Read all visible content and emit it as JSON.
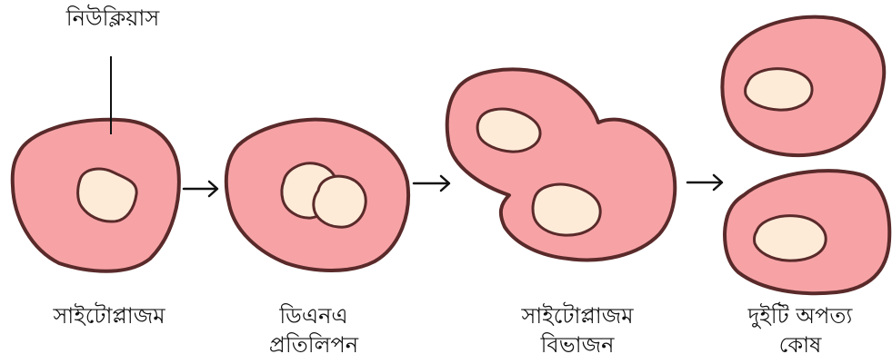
{
  "callout": {
    "label": "নিউক্লিয়াস"
  },
  "stages": [
    {
      "label_lines": [
        "সাইটোপ্লাজম"
      ]
    },
    {
      "label_lines": [
        "ডিএনএ",
        "প্রতিলিপন"
      ]
    },
    {
      "label_lines": [
        "সাইটোপ্লাজম",
        "বিভাজন"
      ]
    },
    {
      "label_lines": [
        "দুইটি অপত্য",
        "কোষ"
      ]
    }
  ],
  "colors": {
    "cytoplasm": "#f7a3a6",
    "nucleus": "#fdebd8",
    "outline": "#5a2a2a",
    "arrow": "#111111"
  },
  "icons": [
    "right-arrow-icon"
  ]
}
